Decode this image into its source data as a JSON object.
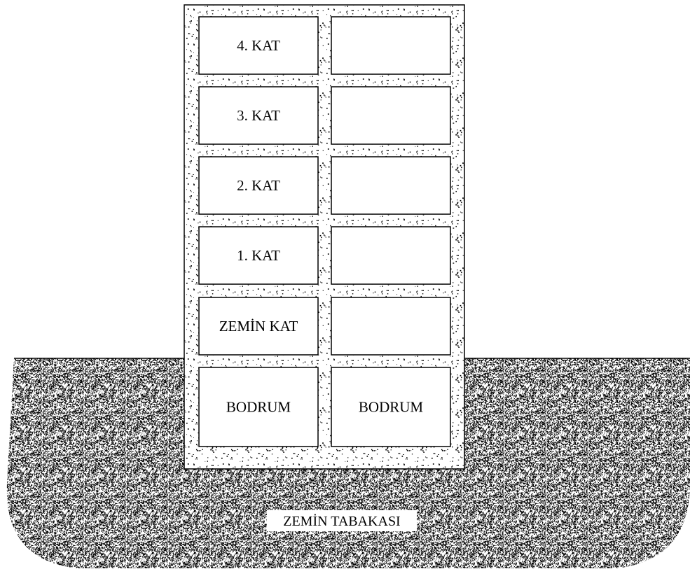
{
  "diagram": {
    "floors": [
      {
        "id": "kat-4",
        "left_label": "4. KAT",
        "right_label": ""
      },
      {
        "id": "kat-3",
        "left_label": "3. KAT",
        "right_label": ""
      },
      {
        "id": "kat-2",
        "left_label": "2. KAT",
        "right_label": ""
      },
      {
        "id": "kat-1",
        "left_label": "1. KAT",
        "right_label": ""
      },
      {
        "id": "zemin-kat",
        "left_label": "ZEMİN KAT",
        "right_label": ""
      },
      {
        "id": "bodrum",
        "left_label": "BODRUM",
        "right_label": "BODRUM"
      }
    ],
    "ground_label": "ZEMİN TABAKASI",
    "colors": {
      "ink": "#000000",
      "background": "#ffffff",
      "concrete_fill": "#ffffff",
      "soil_fill": "#ffffff"
    }
  }
}
